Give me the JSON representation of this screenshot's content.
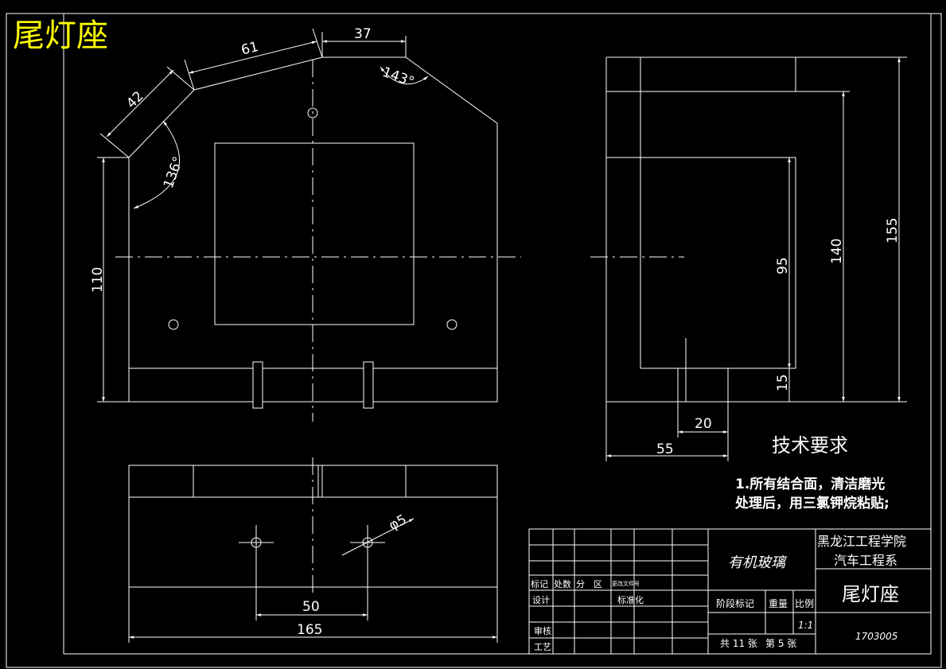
{
  "drawing_title": "尾灯座",
  "front_view": {
    "dims": {
      "d61": "61",
      "d37": "37",
      "d42": "42",
      "d143": "143°",
      "d136": "136°",
      "d110": "110"
    }
  },
  "side_view": {
    "dims": {
      "d155": "155",
      "d140": "140",
      "d95": "95",
      "d15": "15",
      "d20": "20",
      "d55": "55"
    }
  },
  "top_view": {
    "dims": {
      "phi5": "φ5",
      "d50": "50",
      "d165": "165"
    }
  },
  "tech_req": {
    "heading": "技术要求",
    "line1": "1.所有结合面，清洁磨光",
    "line2": "处理后，用三氯钾烷粘贴;"
  },
  "title_block": {
    "material": "有机玻璃",
    "school": "黑龙江工程学院",
    "department": "汽车工程系",
    "part_name": "尾灯座",
    "drawing_no": "1703005",
    "rev_mark": "标记",
    "rev_count": "处数",
    "rev_zone": "分　区",
    "rev_doc": "更改文件号",
    "design": "设计",
    "standardize": "标准化",
    "review": "审核",
    "process": "工艺",
    "stage_mark": "阶段标记",
    "weight": "重量",
    "scale_label": "比例",
    "scale": "1:1",
    "sheet_total": "共 11 张",
    "sheet_no": "第 5 张"
  }
}
